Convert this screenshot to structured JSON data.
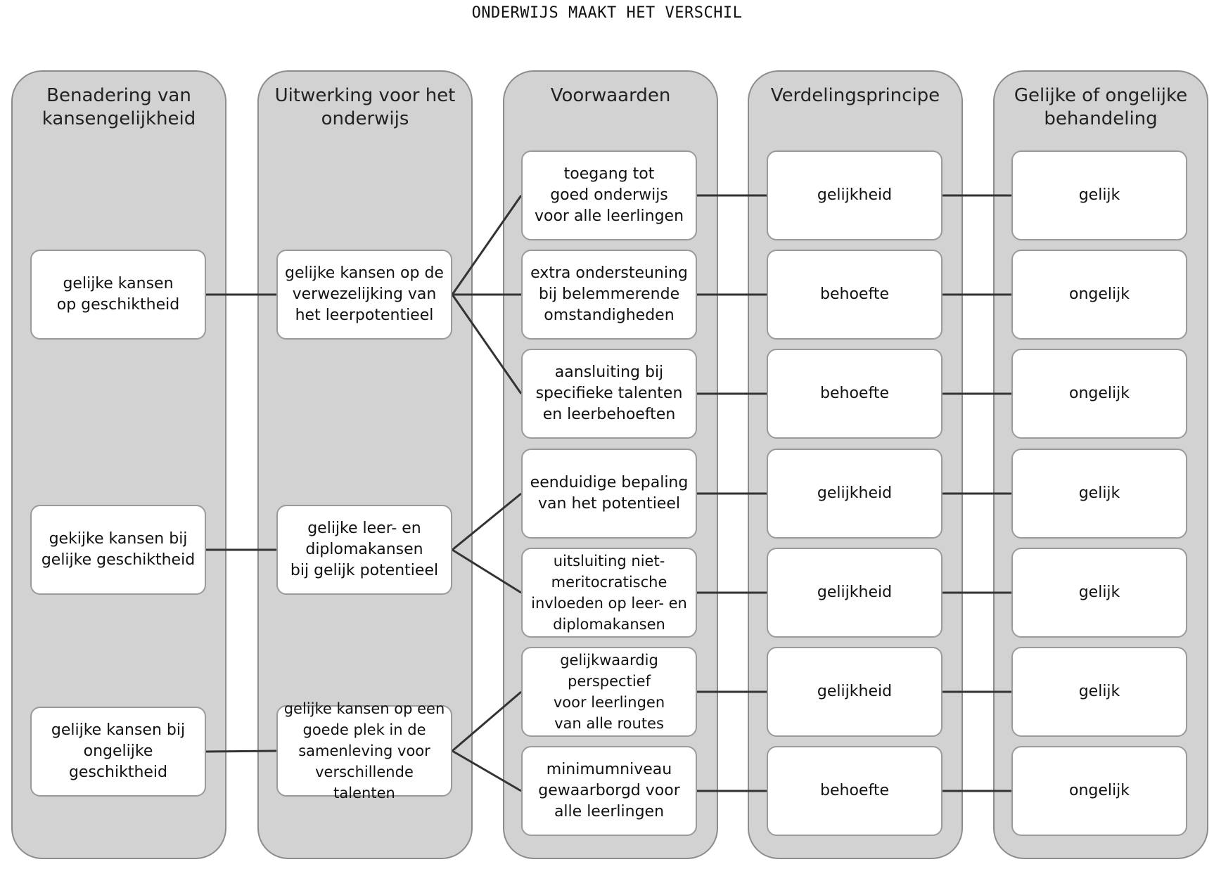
{
  "title": "ONDERWIJS MAAKT HET VERSCHIL",
  "columns": [
    {
      "title": "Benadering van\nkansengelijkheid"
    },
    {
      "title": "Uitwerking voor het\nonderwijs"
    },
    {
      "title": "Voorwaarden"
    },
    {
      "title": "Verdelingsprincipe"
    },
    {
      "title": "Gelijke of ongelijke\nbehandeling"
    }
  ],
  "approaches": [
    "gelijke kansen\nop geschiktheid",
    "gekijke kansen bij\ngelijke geschiktheid",
    "gelijke kansen bij\nongelijke geschiktheid"
  ],
  "elaborations": [
    "gelijke kansen op de\nverwezelijking van\nhet leerpotentieel",
    "gelijke leer- en\ndiplomakansen\nbij gelijk potentieel",
    "gelijke kansen op een\ngoede plek in de\nsamenleving voor\nverschillende talenten"
  ],
  "conditions": [
    "toegang tot\ngoed onderwijs\nvoor alle leerlingen",
    "extra ondersteuning\nbij belemmerende\nomstandigheden",
    "aansluiting bij\nspecifieke talenten\nen leerbehoeften",
    "eenduidige bepaling\nvan het potentieel",
    "uitsluiting niet-\nmeritocratische\ninvloeden op leer- en\ndiplomakansen",
    "gelijkwaardig\nperspectief\nvoor leerlingen\nvan alle routes",
    "minimumniveau\ngewaarborgd voor\nalle leerlingen"
  ],
  "principles": [
    "gelijkheid",
    "behoefte",
    "behoefte",
    "gelijkheid",
    "gelijkheid",
    "gelijkheid",
    "behoefte"
  ],
  "treatments": [
    "gelijk",
    "ongelijk",
    "ongelijk",
    "gelijk",
    "gelijk",
    "gelijk",
    "ongelijk"
  ],
  "links": {
    "approach_to_elaboration": [
      [
        0,
        0
      ],
      [
        1,
        1
      ],
      [
        2,
        2
      ]
    ],
    "elaboration_to_condition": [
      [
        0,
        0
      ],
      [
        0,
        1
      ],
      [
        0,
        2
      ],
      [
        1,
        3
      ],
      [
        1,
        4
      ],
      [
        2,
        5
      ],
      [
        2,
        6
      ]
    ]
  }
}
